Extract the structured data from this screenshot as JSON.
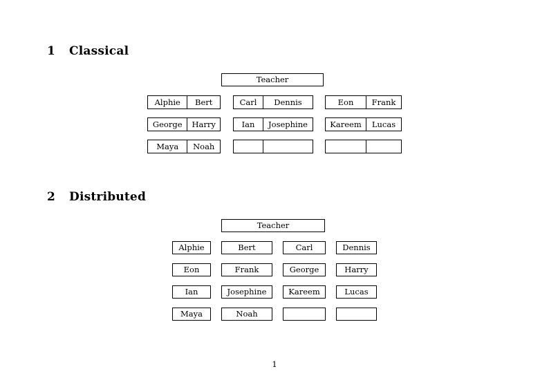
{
  "document": {
    "page_number": "1",
    "background_color": "#ffffff",
    "text_color": "#000000",
    "border_color": "#000000"
  },
  "sections": [
    {
      "number": "1",
      "title": "Classical",
      "layout": "grouped",
      "teacher_label": "Teacher",
      "groups": [
        {
          "rows": [
            [
              "Alphie",
              "Bert"
            ],
            [
              "George",
              "Harry"
            ],
            [
              "Maya",
              "Noah"
            ]
          ]
        },
        {
          "rows": [
            [
              "Carl",
              "Dennis"
            ],
            [
              "Ian",
              "Josephine"
            ],
            [
              "",
              ""
            ]
          ]
        },
        {
          "rows": [
            [
              "Eon",
              "Frank"
            ],
            [
              "Kareem",
              "Lucas"
            ],
            [
              "",
              ""
            ]
          ]
        }
      ]
    },
    {
      "number": "2",
      "title": "Distributed",
      "layout": "flat",
      "teacher_label": "Teacher",
      "rows": [
        [
          "Alphie",
          "Bert",
          "Carl",
          "Dennis"
        ],
        [
          "Eon",
          "Frank",
          "George",
          "Harry"
        ],
        [
          "Ian",
          "Josephine",
          "Kareem",
          "Lucas"
        ],
        [
          "Maya",
          "Noah",
          "",
          ""
        ]
      ]
    }
  ]
}
